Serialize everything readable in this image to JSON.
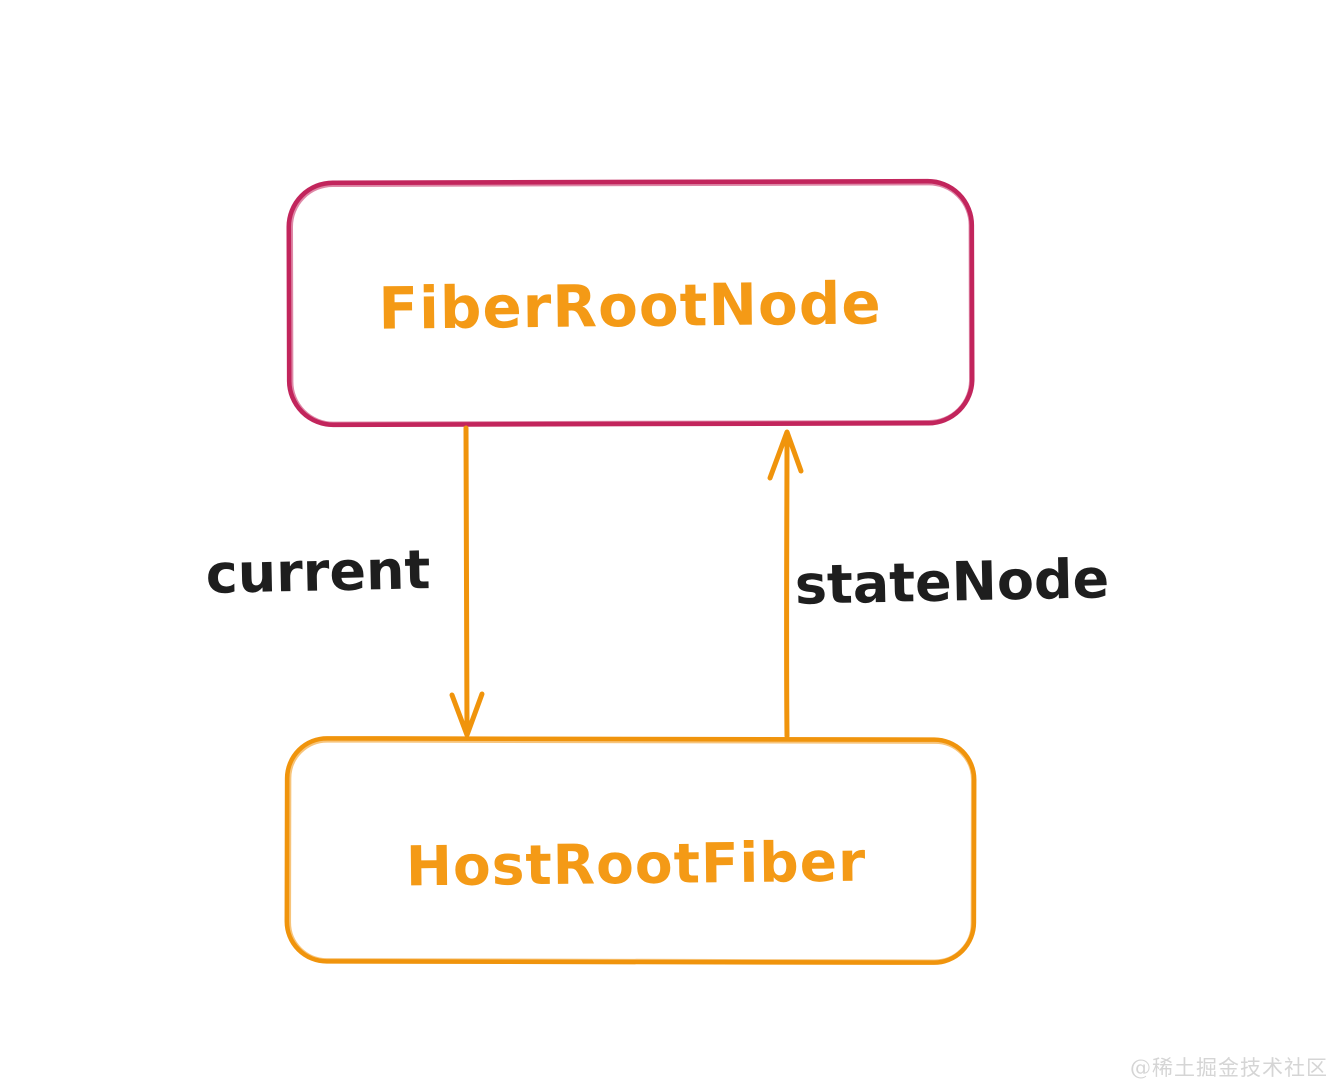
{
  "diagram": {
    "type": "flow-diagram",
    "nodes": [
      {
        "id": "fiber-root-node",
        "label": "FiberRootNode"
      },
      {
        "id": "host-root-fiber",
        "label": "HostRootFiber"
      }
    ],
    "edges": [
      {
        "id": "current-edge",
        "label": "current",
        "from": "FiberRootNode",
        "to": "HostRootFiber",
        "direction": "down"
      },
      {
        "id": "statenode-edge",
        "label": "stateNode",
        "from": "HostRootFiber",
        "to": "FiberRootNode",
        "direction": "up"
      }
    ],
    "colors": {
      "top_node_border": "#c2255c",
      "bottom_node_border": "#f0940c",
      "node_text": "#f49a16",
      "arrow": "#f0940c",
      "edge_label_text": "#1e1e1e",
      "watermark": "#d5d5d5",
      "background": "#ffffff"
    }
  },
  "watermark": {
    "text": "@稀土掘金技术社区"
  }
}
